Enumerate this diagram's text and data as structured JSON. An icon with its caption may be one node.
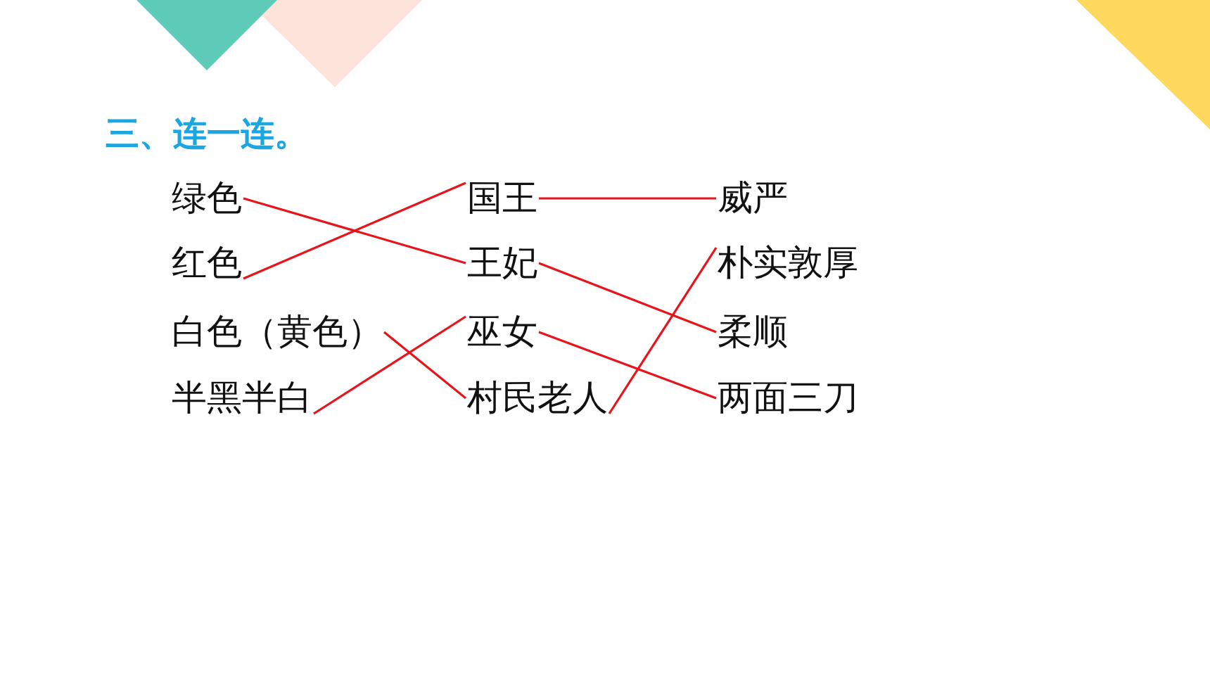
{
  "diagram": {
    "title": "三、连一连。",
    "nodes": [
      {
        "text": [
          "绿色"
        ]
      },
      {
        "text": [
          "红色"
        ]
      },
      {
        "text": [
          "白色（黄色）"
        ]
      },
      {
        "text": [
          "半黑半白"
        ]
      },
      {
        "text": [
          "国王"
        ]
      },
      {
        "text": [
          "王妃"
        ]
      },
      {
        "text": [
          "巫女"
        ]
      },
      {
        "text": [
          "村民老人"
        ]
      },
      {
        "text": [
          "威严"
        ]
      },
      {
        "text": [
          "朴实敦厚"
        ]
      },
      {
        "text": [
          "柔顺"
        ]
      },
      {
        "text": [
          "两面三刀"
        ]
      }
    ],
    "edges": [
      {
        "from": 0,
        "to": 5,
        "arrow": "none"
      },
      {
        "from": 1,
        "to": 4,
        "arrow": "none"
      },
      {
        "from": 2,
        "to": 7,
        "arrow": "none"
      },
      {
        "from": 3,
        "to": 6,
        "arrow": "none"
      },
      {
        "from": 4,
        "to": 8,
        "arrow": "none"
      },
      {
        "from": 5,
        "to": 10,
        "arrow": "none"
      },
      {
        "from": 6,
        "to": 11,
        "arrow": "none"
      },
      {
        "from": 7,
        "to": 9,
        "arrow": "none"
      }
    ]
  }
}
